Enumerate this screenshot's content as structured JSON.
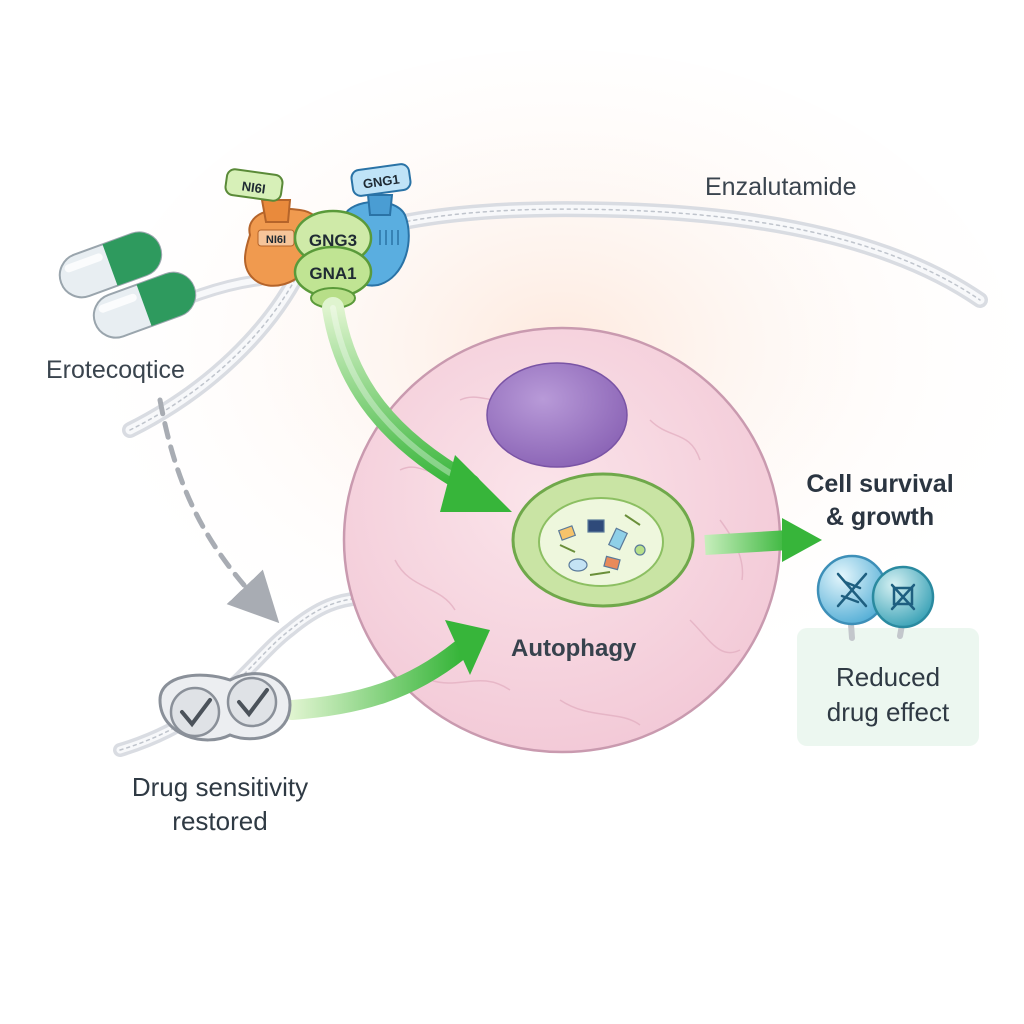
{
  "labels": {
    "drug_name": "Enzalutamide",
    "protective_label": "Erotecoqtice",
    "outcome_title_line1": "Cell survival",
    "outcome_title_line2": "& growth",
    "process": "Autophagy",
    "reduced_line1": "Reduced",
    "reduced_line2": "drug effect",
    "restored_line1": "Drug sensitivity",
    "restored_line2": "restored"
  },
  "protein_labels": {
    "orange_top": "NI6I",
    "orange_body": "NI6I",
    "blue_top": "GNG1",
    "green_top": "GNG3",
    "green_bottom": "GNA1"
  },
  "icons": {
    "capsules": "drug-capsule-icon",
    "receptor": "g-protein-receptor-complex",
    "autophagosome": "autophagosome-icon",
    "check_bead": "check-icon",
    "cancel_orb": "crossed-out-icon"
  },
  "colors": {
    "green_arrow": "#3cb83a",
    "cell": "#f6d6e0",
    "nucleus": "#a07cc4",
    "autophagosome": "#c9e4a4",
    "capsule_green": "#2e9a5e",
    "orb_blue": "#5ab4dc",
    "reduced_box": "#eaf6ee"
  }
}
